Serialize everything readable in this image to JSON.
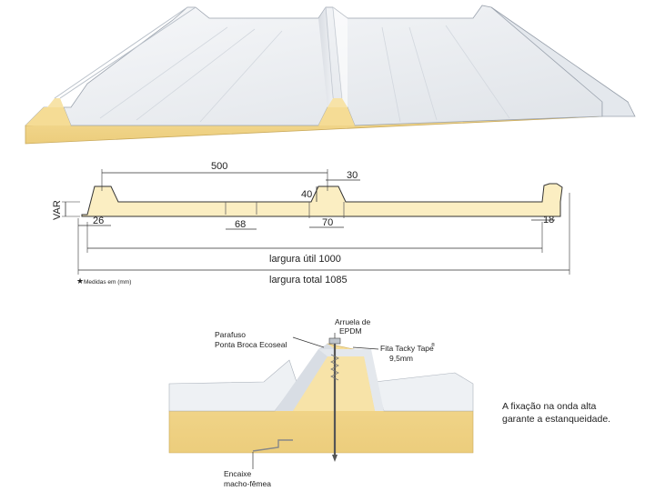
{
  "dimensions": {
    "pitch": "500",
    "crest_width": "30",
    "rib_height": "40",
    "thickness": "VAR",
    "edge_left": "26",
    "valley_rib": "68",
    "trapezoid_base": "70",
    "edge_right": "18",
    "useful_width": "largura útil 1000",
    "total_width": "largura total 1085",
    "units_note": "Medidas em (mm)"
  },
  "detail": {
    "washer": [
      "Arruela de",
      "EPDM"
    ],
    "screw": [
      "Parafuso",
      "Ponta Broca Ecoseal"
    ],
    "tape": [
      "Fita Tacky Tape",
      "9,5mm"
    ],
    "tape_mark": "®",
    "joint": [
      "Encaixe",
      "macho-fêmea"
    ]
  },
  "caption": [
    "A fixação na onda alta",
    "garante a estanqueidade."
  ],
  "colors": {
    "foam": "#f2d58a",
    "foam_light": "#fbeec2",
    "sheet": "#eef1f4",
    "line": "#333333"
  }
}
